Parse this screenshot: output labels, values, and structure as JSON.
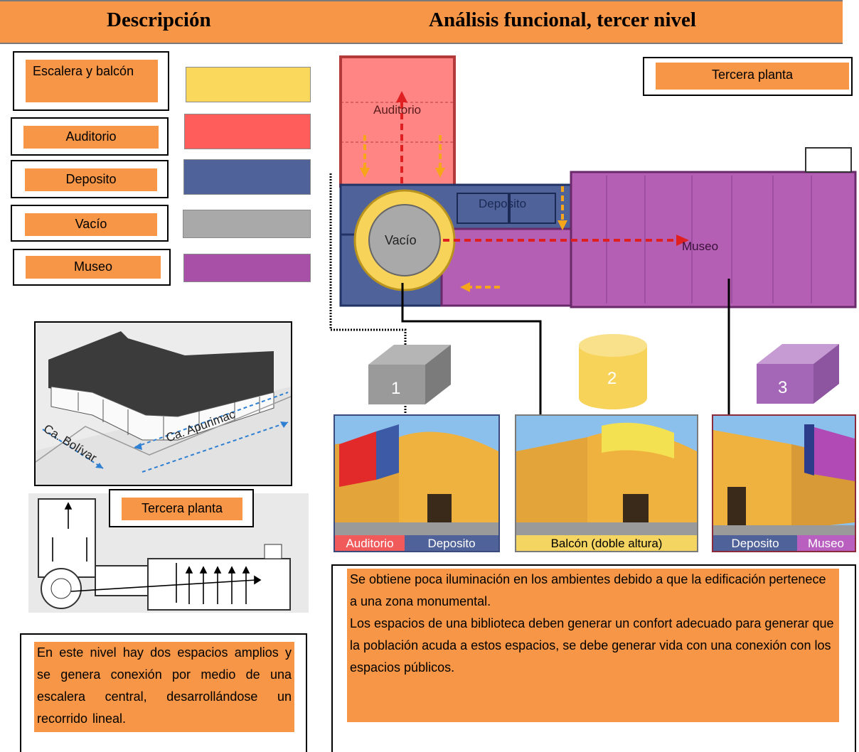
{
  "header": {
    "left_title": "Descripción",
    "right_title": "Análisis funcional, tercer nivel"
  },
  "legend": [
    {
      "label": "Escalera y balcón",
      "color": "#f9d85b"
    },
    {
      "label": "Auditorio",
      "color": "#ff5c5c"
    },
    {
      "label": "Deposito",
      "color": "#4f6299"
    },
    {
      "label": "Vacío",
      "color": "#a9a9a9"
    },
    {
      "label": "Museo",
      "color": "#a84fa8"
    }
  ],
  "street_view": {
    "street_1": "Ca. Bolívar",
    "street_2": "Ca. Apurimac"
  },
  "small_plan": {
    "label": "Tercera planta"
  },
  "description_text": "En este nivel hay dos espacios amplios y se genera conexión por medio de una escalera central, desarrollándose un recorrido lineal.",
  "main_plan": {
    "label": "Tercera planta",
    "rooms": {
      "auditorio": "Auditorio",
      "deposito": "Deposito",
      "vacio": "Vacío",
      "museo": "Museo"
    }
  },
  "volumes": [
    {
      "number": "1",
      "color": "#9a9a9a"
    },
    {
      "number": "2",
      "color": "#f7d35a"
    },
    {
      "number": "3",
      "color": "#a466b6"
    }
  ],
  "photos": [
    {
      "captions": [
        {
          "text": "Auditorio",
          "color": "#f05a5a"
        },
        {
          "text": "Deposito",
          "color": "#4f6299"
        }
      ]
    },
    {
      "captions": [
        {
          "text": "Balcón (doble altura)",
          "color": "#f5d561"
        }
      ]
    },
    {
      "captions": [
        {
          "text": "Deposito",
          "color": "#4f6299"
        },
        {
          "text": "Museo",
          "color": "#b85fc0"
        }
      ]
    }
  ],
  "analysis": {
    "para_1": "Se obtiene poca iluminación en los ambientes debido a que la edificación pertenece a una zona monumental.",
    "para_2": "Los espacios de una biblioteca deben generar un confort adecuado para generar que la población acuda a estos espacios, se debe generar vida con una conexión con los espacios públicos."
  }
}
